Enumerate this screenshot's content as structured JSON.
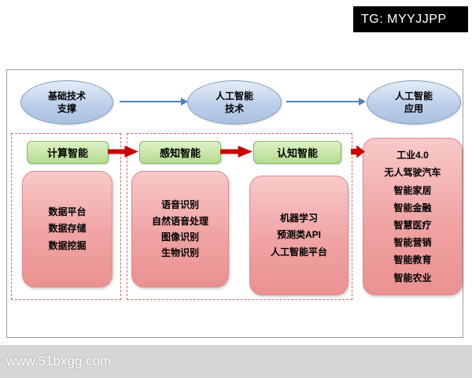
{
  "badge": {
    "label": "TG: MYYJJPP"
  },
  "watermark": {
    "label": "www.51bxgg.com"
  },
  "diagram": {
    "stages": [
      {
        "label": "基础技术\n支撑"
      },
      {
        "label": "人工智能\n技术"
      },
      {
        "label": "人工智能\n应用"
      }
    ],
    "columns": [
      {
        "header": "计算智能",
        "items": "数据平台\n数据存储\n数据挖掘"
      },
      {
        "header": "感知智能",
        "items": "语音识别\n自然语音处理\n图像识别\n生物识别"
      },
      {
        "header": "认知智能",
        "items": "机器学习\n预测类API\n人工智能平台"
      }
    ],
    "applications": {
      "items": "工业4.0\n无人驾驶汽车\n智能家居\n智能金融\n智慧医疗\n智能营销\n智能教育\n智能农业"
    },
    "colors": {
      "stage_fill": "#b9cde8",
      "stage_border": "#7f9db9",
      "header_fill": "#c8e6a8",
      "header_border": "#85b966",
      "box_fill": "#f0a3a3",
      "box_border": "#d98c8c",
      "arrow_blue": "#4f81bd",
      "arrow_red": "#cc0000",
      "dashed_border": "#e06666",
      "badge_bg": "#000000",
      "watermark_bg": "#d6d6d6"
    }
  }
}
